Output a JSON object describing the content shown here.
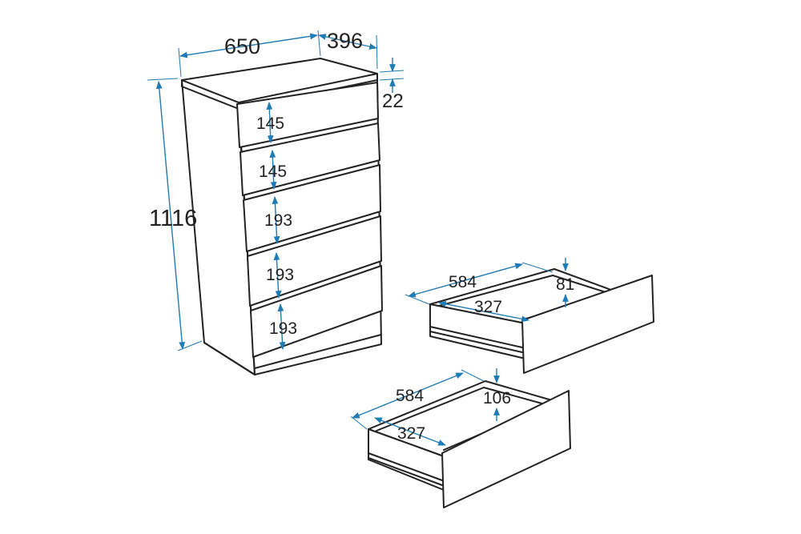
{
  "colors": {
    "dimension": "#1f7bb5",
    "outline": "#222222",
    "background": "#ffffff"
  },
  "chest": {
    "width": "650",
    "depth": "396",
    "top_thickness": "22",
    "height": "1116",
    "drawer_fronts": [
      "145",
      "145",
      "193",
      "193",
      "193"
    ]
  },
  "small_drawer": {
    "length": "584",
    "width": "327",
    "depth": "81"
  },
  "large_drawer": {
    "length": "584",
    "width": "327",
    "depth": "106"
  }
}
